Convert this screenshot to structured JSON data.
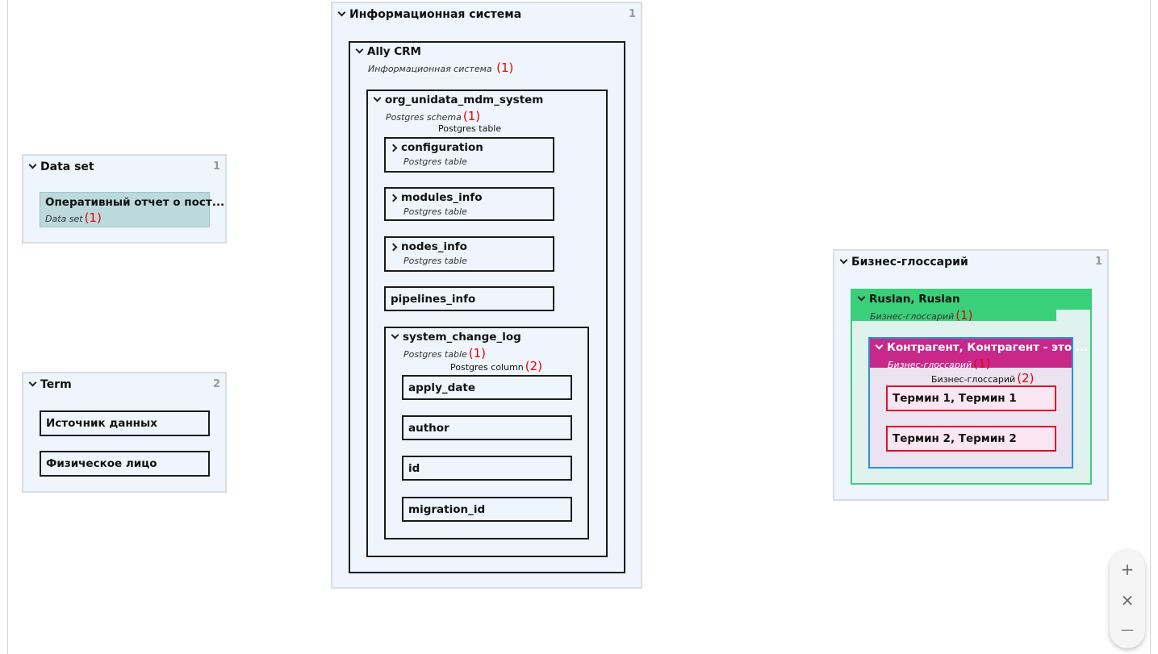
{
  "count_marker": "(1)",
  "groups": {
    "dataset": {
      "title": "Data set",
      "count": "1",
      "items": [
        {
          "name": "Оперативный отчет о пост...",
          "type": "Data set",
          "count": "(1)"
        }
      ]
    },
    "term": {
      "title": "Term",
      "count": "2",
      "items": [
        "Источник данных",
        "Физическое лицо"
      ]
    },
    "infosys": {
      "title": "Информационная система",
      "count": "1",
      "crm": {
        "name": "Ally CRM",
        "type": "Информационная система",
        "count": "(1)",
        "schema": {
          "name": "org_unidata_mdm_system",
          "type": "Postgres schema",
          "count": "(1)",
          "child_label": "Postgres table",
          "tables": [
            {
              "name": "configuration",
              "type": "Postgres table"
            },
            {
              "name": "modules_info",
              "type": "Postgres table"
            },
            {
              "name": "nodes_info",
              "type": "Postgres table"
            },
            {
              "name": "pipelines_info"
            }
          ],
          "log": {
            "name": "system_change_log",
            "type": "Postgres table",
            "count": "(1)",
            "child_label": "Postgres column",
            "child_count": "(2)",
            "columns": [
              "apply_date",
              "author",
              "id",
              "migration_id"
            ]
          }
        }
      }
    },
    "glossary": {
      "title": "Бизнес-глоссарий",
      "count": "1",
      "owner": {
        "name": "Ruslan, Ruslan",
        "type": "Бизнес-глоссарий",
        "count": "(1)",
        "contractor": {
          "name": "Контрагент, Контрагент - это ...",
          "type": "Бизнес-глоссарий",
          "count": "(1)",
          "child_label": "Бизнес-глоссарий",
          "child_count": "(2)",
          "terms": [
            "Термин 1, Термин 1",
            "Термин 2, Термин 2"
          ]
        }
      }
    }
  },
  "zoom": {
    "in": "+",
    "reset": "×",
    "out": "—"
  },
  "colors": {
    "group_bg": "#eef5fc",
    "dataset_item_bg": "#bcd9dc",
    "glossary_green": "#3ad07a",
    "glossary_blue": "#2b8fe0",
    "glossary_magenta": "#c8288a",
    "term_red": "#e0102a",
    "count_red": "#e00000"
  }
}
